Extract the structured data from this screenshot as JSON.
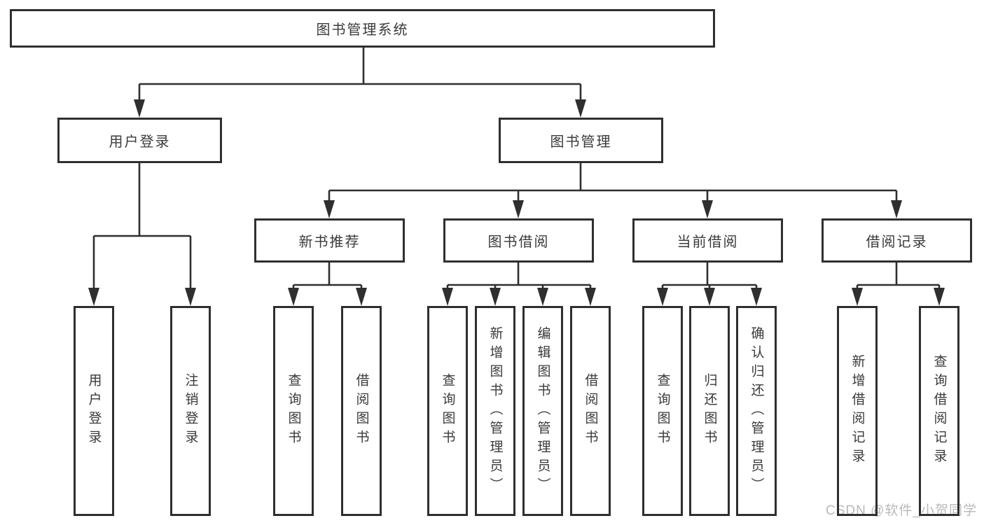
{
  "diagram": {
    "root": {
      "label": "图书管理系统"
    },
    "level2": [
      {
        "label": "用户登录"
      },
      {
        "label": "图书管理"
      }
    ],
    "level3": [
      {
        "label": "新书推荐"
      },
      {
        "label": "图书借阅"
      },
      {
        "label": "当前借阅"
      },
      {
        "label": "借阅记录"
      }
    ],
    "leaves": [
      {
        "label": "用户登录"
      },
      {
        "label": "注销登录"
      },
      {
        "label": "查询图书"
      },
      {
        "label": "借阅图书"
      },
      {
        "label": "查询图书"
      },
      {
        "label": "新增图书（管理员）"
      },
      {
        "label": "编辑图书（管理员）"
      },
      {
        "label": "借阅图书"
      },
      {
        "label": "查询图书"
      },
      {
        "label": "归还图书"
      },
      {
        "label": "确认归还（管理员）"
      },
      {
        "label": "新增借阅记录"
      },
      {
        "label": "查询借阅记录"
      }
    ],
    "watermark": "CSDN @软件_小贺同学",
    "colors": {
      "line": "#2f2f2f",
      "text": "#3a3a3a",
      "watermark": "#b9b9b9",
      "background": "#ffffff"
    }
  }
}
